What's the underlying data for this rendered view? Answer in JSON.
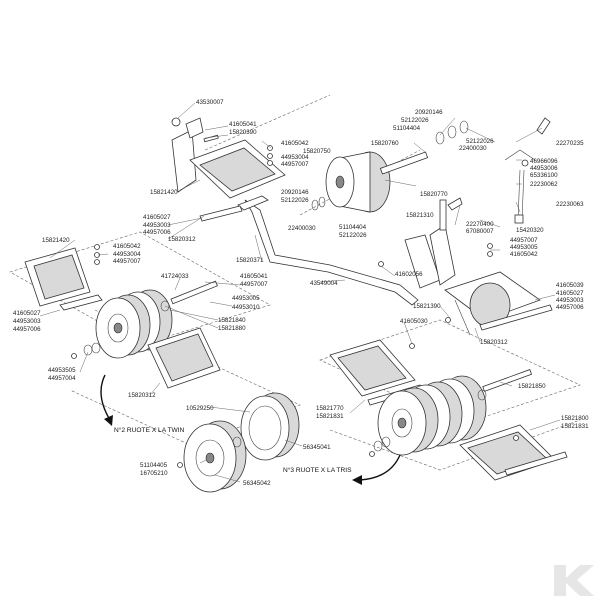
{
  "labels": {
    "l43530007": "43530007",
    "l41605041a": "41605041",
    "l15820390": "15820390",
    "l41605042a": "41605042",
    "l44953004a": "44953004",
    "l44957007a": "44957007",
    "l15821420a": "15821420",
    "l15820750": "15820750",
    "l20920146a": "20920146",
    "l52122026a": "52122026",
    "l51104404a": "51104404",
    "l15820760": "15820760",
    "l52122026b": "52122026",
    "l22400030a": "22400030",
    "l22270235": "22270235",
    "l46966096": "46966096",
    "l44953006": "44953006",
    "l65336100": "65336100",
    "l22230062": "22230062",
    "l20920146b": "20920146",
    "l52122026c": "52122026",
    "l15820770": "15820770",
    "l22400030b": "22400030",
    "l51104404b": "51104404",
    "l52122026d": "52122026",
    "l41605027a": "41605027",
    "l44953003a": "44953003",
    "l44957006a": "44957006",
    "l15820312a": "15820312",
    "l15821310": "15821310",
    "l22270400": "22270400",
    "l67080007": "67080007",
    "l15420320": "15420320",
    "l22230063": "22230063",
    "l15821420b": "15821420",
    "l41605042b": "41605042",
    "l44953004b": "44953004",
    "l44957007b": "44957007",
    "l41724033": "41724033",
    "l41605041b": "41605041",
    "l44957007c": "44957007",
    "l15820371": "15820371",
    "l41602056": "41602056",
    "l44957007d": "44957007",
    "l44953005": "44953005",
    "l41605042c": "41605042",
    "l43549004": "43549004",
    "l41605027b": "41605027",
    "l44953003b": "44953003",
    "l44957006b": "44957006",
    "l44953005b": "44953005",
    "l44953010": "44953010",
    "l15821840": "15821840",
    "l15821880": "15821880",
    "l41605039": "41605039",
    "l41605027c": "41605027",
    "l44953003c": "44953003",
    "l44957006c": "44957006",
    "l15821390": "15821390",
    "l41605030": "41605030",
    "l15820312b": "15820312",
    "l44953505": "44953505",
    "l44957004": "44957004",
    "l15820312c": "15820312",
    "l15821770": "15821770",
    "l15821831a": "15821831",
    "l15821850": "15821850",
    "l10529250": "10529250",
    "l15821800": "15821800",
    "l15821831b": "15821831",
    "l56345041": "56345041",
    "l51104405": "51104405",
    "l16705210": "16705210",
    "l56345042": "56345042"
  },
  "captions": {
    "twin": "N°2 RUOTE X LA TWIN",
    "tris": "N°3 RUOTE X LA TRIS"
  },
  "colors": {
    "line": "#333333",
    "shade": "#d9d9d9",
    "logo": "#e6e6e6"
  }
}
